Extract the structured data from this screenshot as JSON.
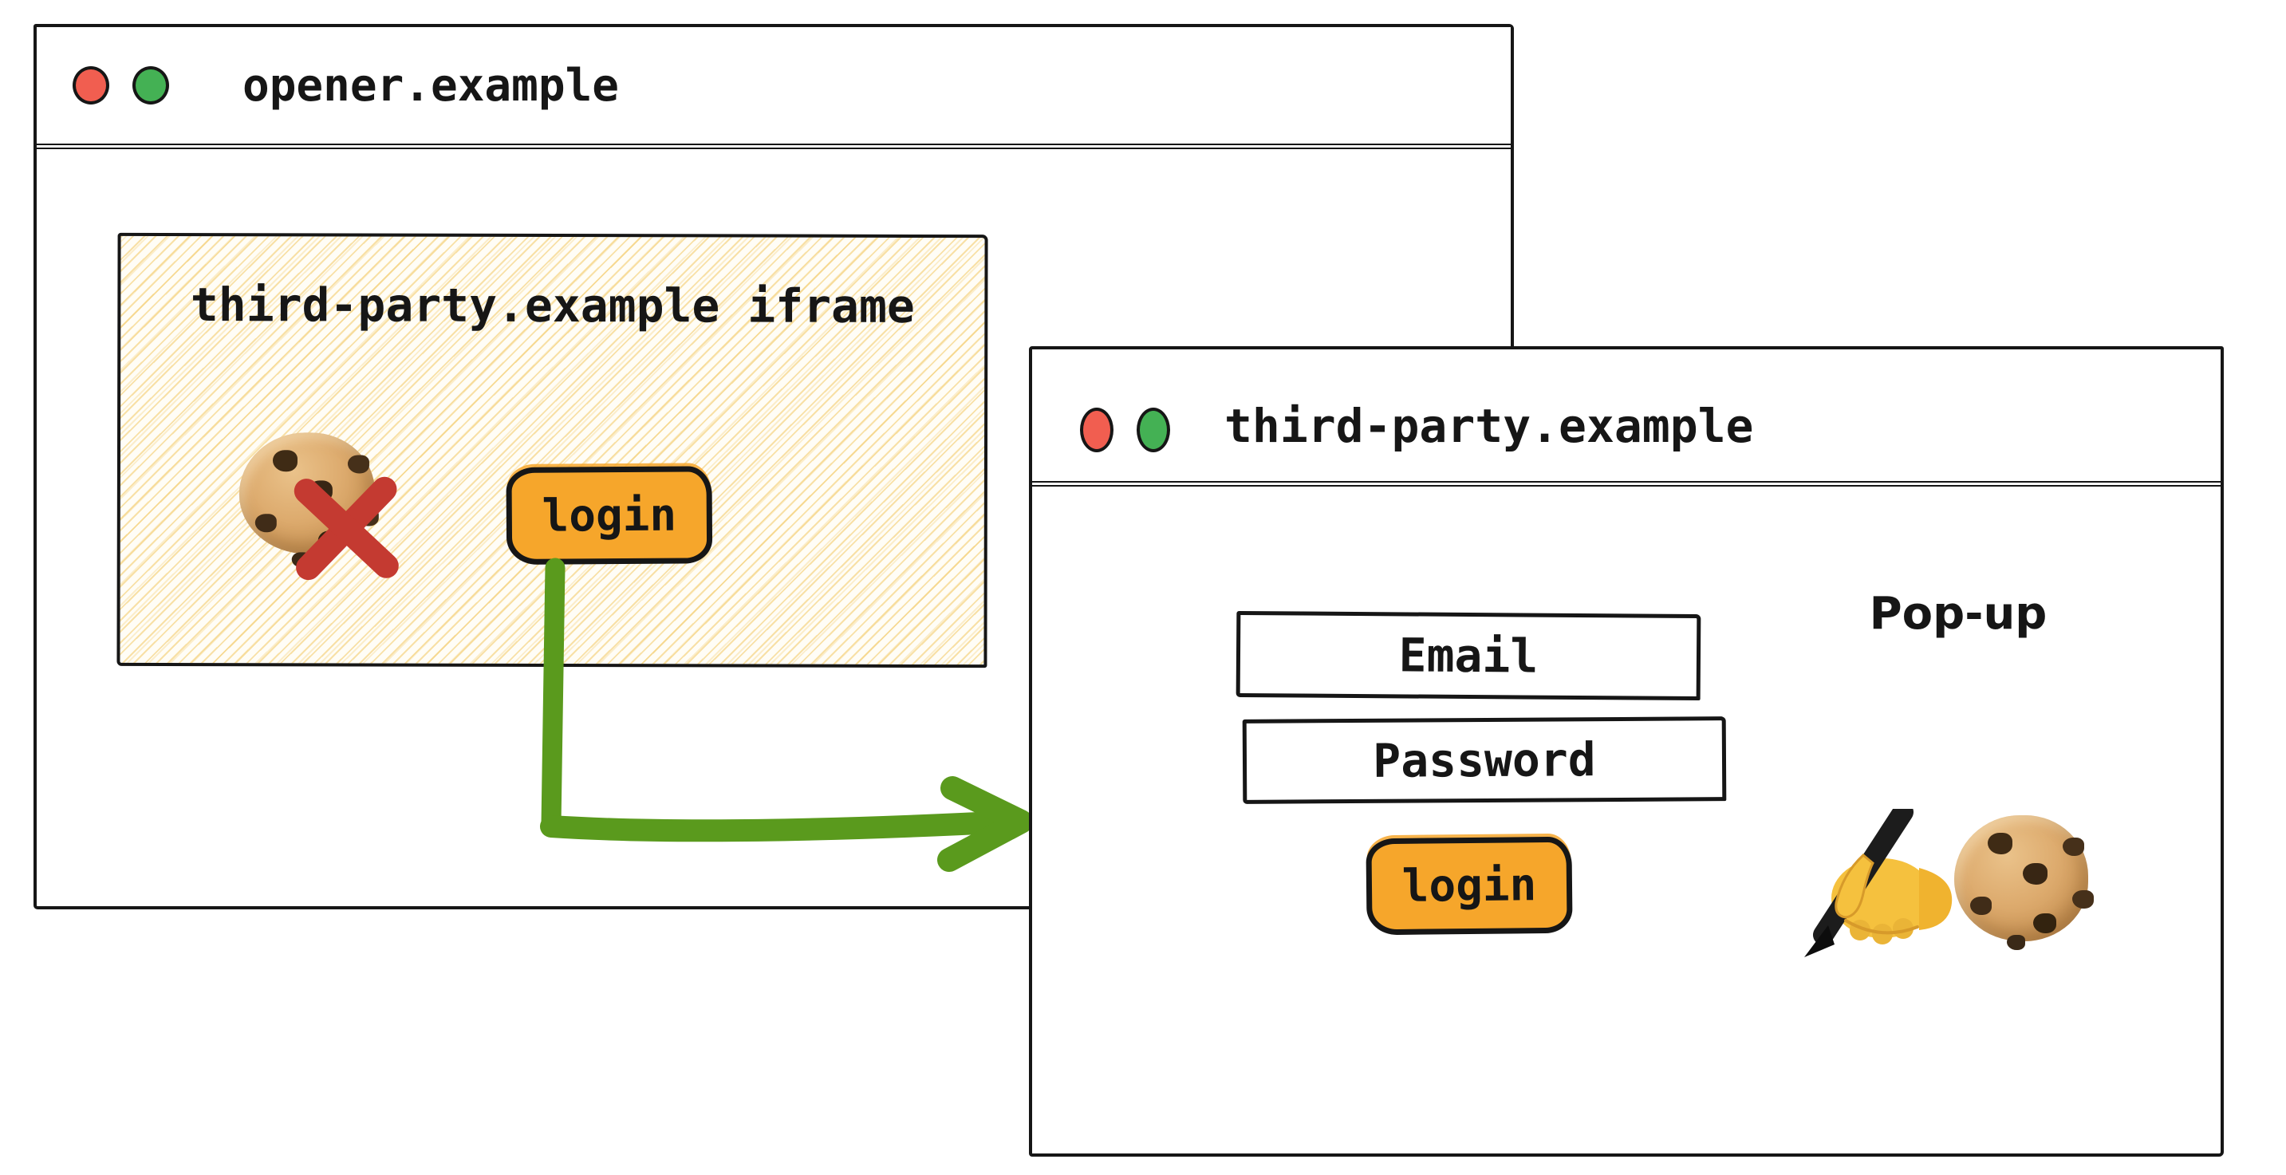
{
  "colors": {
    "accent_orange": "#f6a62b",
    "arrow_green": "#5a9a1d",
    "blocked_x_red": "#c43a31",
    "traffic_red": "#f15e50",
    "traffic_green": "#44b154",
    "ink": "#161616",
    "hatch_yellow": "#f3c964"
  },
  "opener_window": {
    "title": "opener.example",
    "traffic_lights": [
      "red",
      "green"
    ],
    "iframe": {
      "label": "third-party.example iframe",
      "login_button_label": "login",
      "blocked_cookie_icon": "cookie-with-red-x"
    }
  },
  "popup_window": {
    "title": "third-party.example",
    "traffic_lights": [
      "red",
      "green"
    ],
    "annotation": "Pop-up",
    "fields": {
      "email_label": "Email",
      "password_label": "Password"
    },
    "login_button_label": "login",
    "icons": [
      "writing-hand",
      "cookie"
    ]
  }
}
